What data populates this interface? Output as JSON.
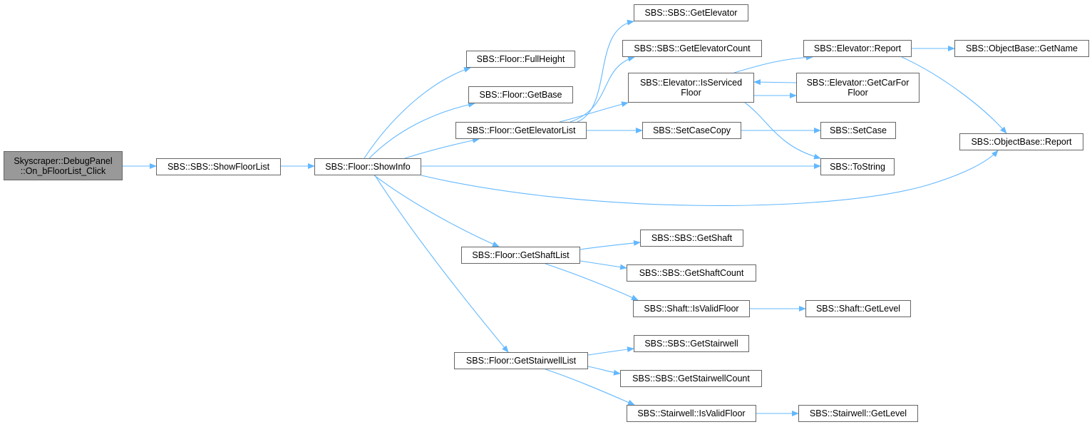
{
  "graph": {
    "edge_color": "#63b8ff",
    "root_fill": "#999999",
    "node_border": "#666666",
    "nodes": [
      {
        "id": "root",
        "label": "Skyscraper::DebugPanel\n::On_bFloorList_Click"
      },
      {
        "id": "showfloorlist",
        "label": "SBS::SBS::ShowFloorList"
      },
      {
        "id": "showinfo",
        "label": "SBS::Floor::ShowInfo"
      },
      {
        "id": "fullheight",
        "label": "SBS::Floor::FullHeight"
      },
      {
        "id": "getbase",
        "label": "SBS::Floor::GetBase"
      },
      {
        "id": "getelevatorlist",
        "label": "SBS::Floor::GetElevatorList"
      },
      {
        "id": "getelevator",
        "label": "SBS::SBS::GetElevator"
      },
      {
        "id": "getelevatorcount",
        "label": "SBS::SBS::GetElevatorCount"
      },
      {
        "id": "isservicedfloor",
        "label": "SBS::Elevator::IsServiced\nFloor"
      },
      {
        "id": "setcasecopy",
        "label": "SBS::SetCaseCopy"
      },
      {
        "id": "elevreport",
        "label": "SBS::Elevator::Report"
      },
      {
        "id": "getcarforfloor",
        "label": "SBS::Elevator::GetCarFor\nFloor"
      },
      {
        "id": "setcase",
        "label": "SBS::SetCase"
      },
      {
        "id": "tostring",
        "label": "SBS::ToString"
      },
      {
        "id": "getname",
        "label": "SBS::ObjectBase::GetName"
      },
      {
        "id": "objreport",
        "label": "SBS::ObjectBase::Report"
      },
      {
        "id": "getshaftlist",
        "label": "SBS::Floor::GetShaftList"
      },
      {
        "id": "getshaft",
        "label": "SBS::SBS::GetShaft"
      },
      {
        "id": "getshaftcount",
        "label": "SBS::SBS::GetShaftCount"
      },
      {
        "id": "shaftisvalid",
        "label": "SBS::Shaft::IsValidFloor"
      },
      {
        "id": "shaftgetlevel",
        "label": "SBS::Shaft::GetLevel"
      },
      {
        "id": "getstairwelllist",
        "label": "SBS::Floor::GetStairwellList"
      },
      {
        "id": "getstairwell",
        "label": "SBS::SBS::GetStairwell"
      },
      {
        "id": "getstairwellcount",
        "label": "SBS::SBS::GetStairwellCount"
      },
      {
        "id": "stairisvalid",
        "label": "SBS::Stairwell::IsValidFloor"
      },
      {
        "id": "stairgetlevel",
        "label": "SBS::Stairwell::GetLevel"
      }
    ],
    "edges": [
      [
        "root",
        "showfloorlist"
      ],
      [
        "showfloorlist",
        "showinfo"
      ],
      [
        "showinfo",
        "fullheight"
      ],
      [
        "showinfo",
        "getbase"
      ],
      [
        "showinfo",
        "getelevatorlist"
      ],
      [
        "showinfo",
        "tostring"
      ],
      [
        "showinfo",
        "objreport"
      ],
      [
        "showinfo",
        "getshaftlist"
      ],
      [
        "showinfo",
        "getstairwelllist"
      ],
      [
        "getelevatorlist",
        "getelevator"
      ],
      [
        "getelevatorlist",
        "getelevatorcount"
      ],
      [
        "getelevatorlist",
        "isservicedfloor"
      ],
      [
        "getelevatorlist",
        "setcasecopy"
      ],
      [
        "isservicedfloor",
        "elevreport"
      ],
      [
        "isservicedfloor",
        "getcarforfloor"
      ],
      [
        "getcarforfloor",
        "isservicedfloor"
      ],
      [
        "isservicedfloor",
        "tostring"
      ],
      [
        "elevreport",
        "getname"
      ],
      [
        "elevreport",
        "objreport"
      ],
      [
        "setcasecopy",
        "setcase"
      ],
      [
        "getshaftlist",
        "getshaft"
      ],
      [
        "getshaftlist",
        "getshaftcount"
      ],
      [
        "getshaftlist",
        "shaftisvalid"
      ],
      [
        "shaftisvalid",
        "shaftgetlevel"
      ],
      [
        "getstairwelllist",
        "getstairwell"
      ],
      [
        "getstairwelllist",
        "getstairwellcount"
      ],
      [
        "getstairwelllist",
        "stairisvalid"
      ],
      [
        "stairisvalid",
        "stairgetlevel"
      ]
    ]
  }
}
